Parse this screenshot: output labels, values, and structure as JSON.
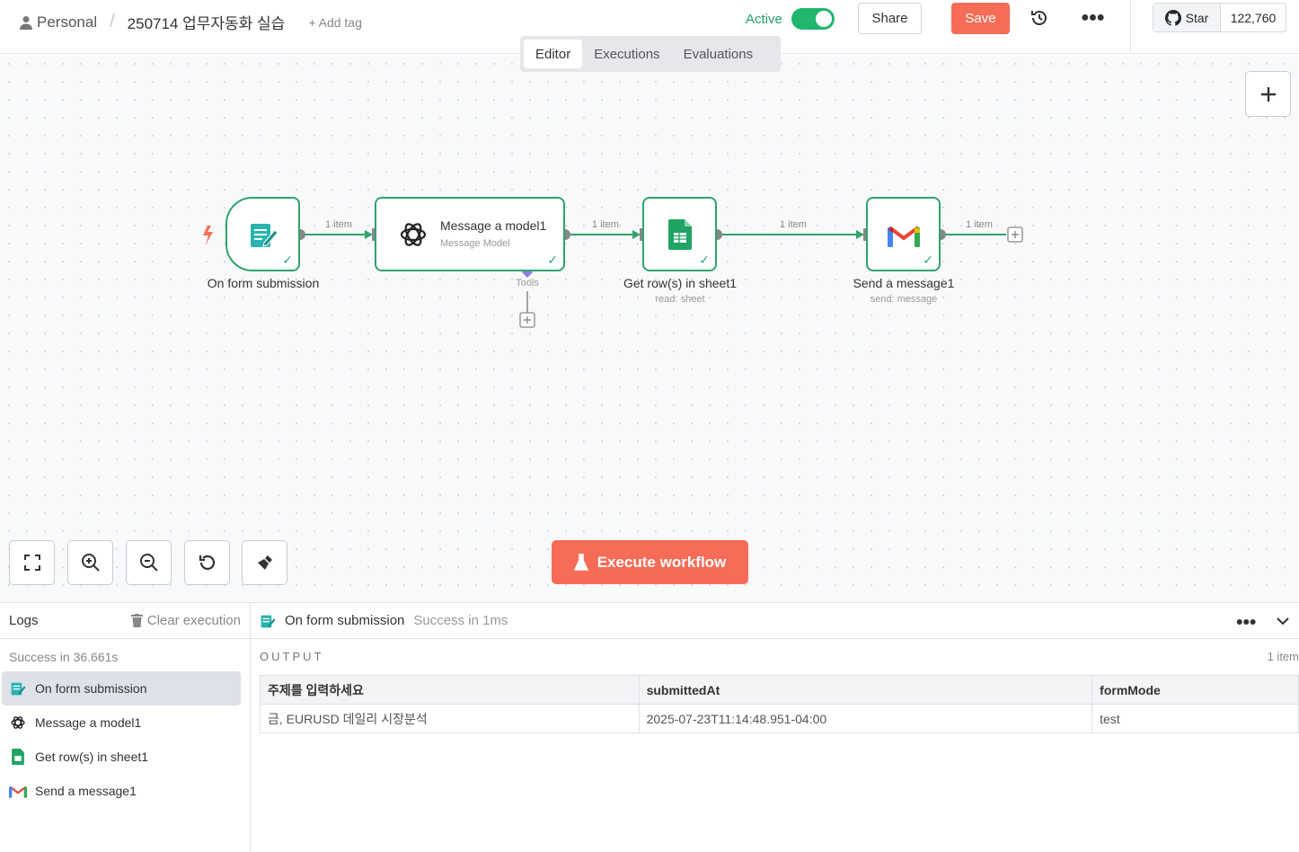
{
  "header": {
    "project": "Personal",
    "workflow_name": "250714 업무자동화 실습",
    "add_tag": "+ Add tag",
    "active_label": "Active",
    "share_label": "Share",
    "save_label": "Save",
    "github_star": "Star",
    "github_count": "122,760"
  },
  "tabs": [
    {
      "label": "Editor",
      "active": true
    },
    {
      "label": "Executions",
      "active": false
    },
    {
      "label": "Evaluations",
      "active": false
    }
  ],
  "nodes": {
    "form": {
      "label": "On form submission"
    },
    "model": {
      "title": "Message a model1",
      "subtitle": "Message Model",
      "tools_label": "Tools"
    },
    "sheet": {
      "label": "Get row(s) in sheet1",
      "sub": "read: sheet"
    },
    "gmail": {
      "label": "Send a message1",
      "sub": "send: message"
    }
  },
  "edges": {
    "e1": "1 item",
    "e2": "1 item",
    "e3": "1 item",
    "e4": "1 item"
  },
  "canvas": {
    "execute_label": "Execute workflow"
  },
  "logs": {
    "title": "Logs",
    "clear_label": "Clear execution",
    "status": "Success in 36.661s",
    "items": [
      {
        "label": "On form submission"
      },
      {
        "label": "Message a model1"
      },
      {
        "label": "Get row(s) in sheet1"
      },
      {
        "label": "Send a message1"
      }
    ]
  },
  "output": {
    "node_name": "On form submission",
    "status": "Success in 1ms",
    "title": "OUTPUT",
    "count": "1 item",
    "columns": [
      "주제를 입력하세요",
      "submittedAt",
      "formMode"
    ],
    "rows": [
      [
        "금, EURUSD 데일리 시장분석",
        "2025-07-23T11:14:48.951-04:00",
        "test"
      ]
    ]
  },
  "colors": {
    "accent": "#f76c56",
    "success": "#2fa36b",
    "toggle": "#21b66f"
  }
}
